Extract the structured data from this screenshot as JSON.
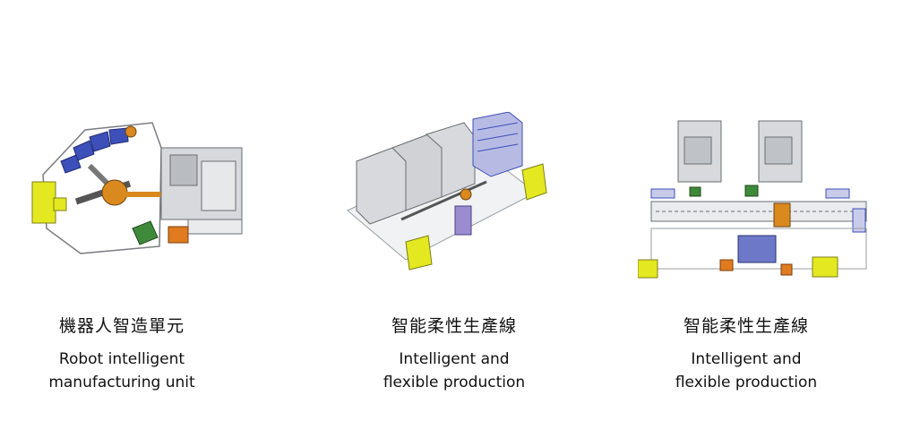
{
  "panels": [
    {
      "title_zh": "機器人智造單元",
      "title_en_line1": "Robot intelligent",
      "title_en_line2": "manufacturing unit"
    },
    {
      "title_zh": "智能柔性生產線",
      "title_en_line1": "Intelligent and",
      "title_en_line2": "flexible production"
    },
    {
      "title_zh": "智能柔性生產線",
      "title_en_line1": "Intelligent and",
      "title_en_line2": "flexible production"
    }
  ],
  "colors": {
    "robot_orange": "#d9891e",
    "accent_yellow": "#e3e821",
    "storage_blue": "#3d4fb8",
    "green_cabinet": "#3f8a3a",
    "machine_gray": "#d7d9dc",
    "line_gray": "#6a6d72"
  }
}
